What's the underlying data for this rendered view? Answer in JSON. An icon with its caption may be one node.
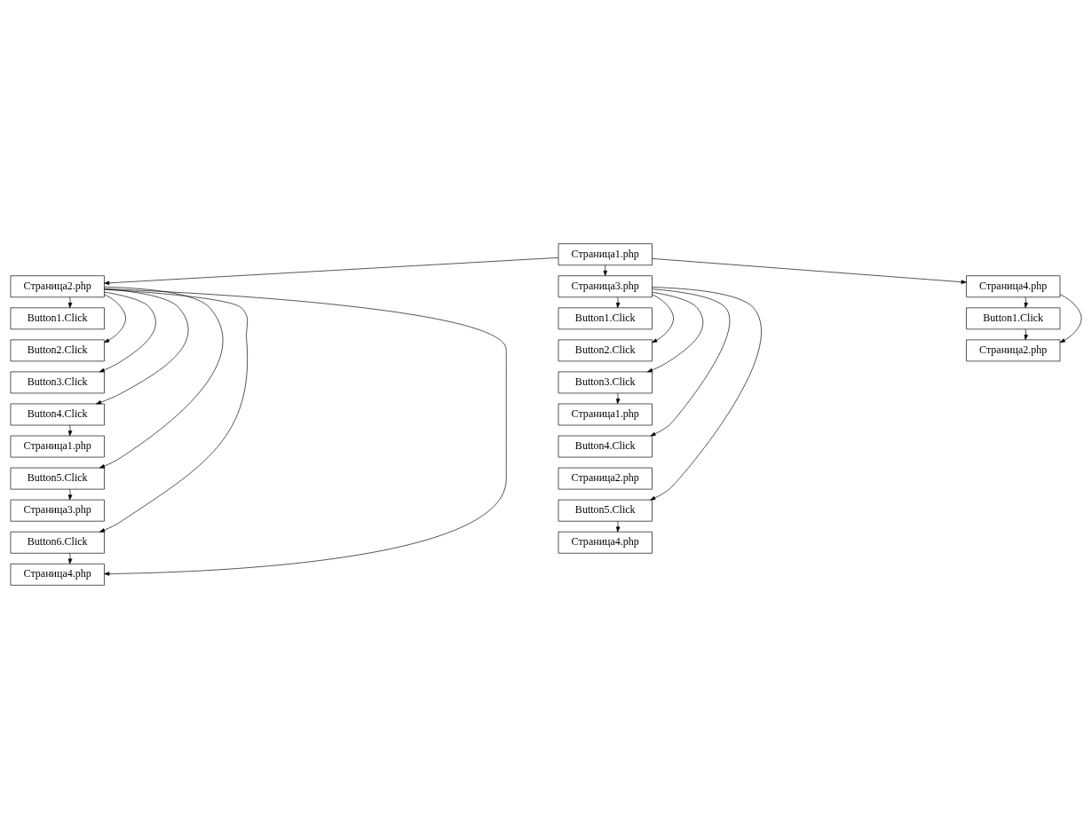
{
  "diagram": {
    "nodes": [
      {
        "text": [
          "Страница1.php"
        ]
      },
      {
        "text": [
          "Страница2.php"
        ]
      },
      {
        "text": [
          "Button1.Click"
        ]
      },
      {
        "text": [
          "Button2.Click"
        ]
      },
      {
        "text": [
          "Button3.Click"
        ]
      },
      {
        "text": [
          "Button4.Click"
        ]
      },
      {
        "text": [
          "Страница1.php"
        ]
      },
      {
        "text": [
          "Button5.Click"
        ]
      },
      {
        "text": [
          "Страница3.php"
        ]
      },
      {
        "text": [
          "Button6.Click"
        ]
      },
      {
        "text": [
          "Страница4.php"
        ]
      },
      {
        "text": [
          "Страница3.php"
        ]
      },
      {
        "text": [
          "Button1.Click"
        ]
      },
      {
        "text": [
          "Button2.Click"
        ]
      },
      {
        "text": [
          "Button3.Click"
        ]
      },
      {
        "text": [
          "Страница1.php"
        ]
      },
      {
        "text": [
          "Button4.Click"
        ]
      },
      {
        "text": [
          "Страница2.php"
        ]
      },
      {
        "text": [
          "Button5.Click"
        ]
      },
      {
        "text": [
          "Страница4.php"
        ]
      },
      {
        "text": [
          "Страница4.php"
        ]
      },
      {
        "text": [
          "Button1.Click"
        ]
      },
      {
        "text": [
          "Страница2.php"
        ]
      }
    ],
    "edges": [
      {
        "from": 0,
        "to": 1,
        "arrow": "to"
      },
      {
        "from": 0,
        "to": 11,
        "arrow": "to"
      },
      {
        "from": 0,
        "to": 20,
        "arrow": "to"
      },
      {
        "from": 1,
        "to": 2,
        "arrow": "to"
      },
      {
        "from": 1,
        "to": 3,
        "arrow": "to"
      },
      {
        "from": 1,
        "to": 4,
        "arrow": "to"
      },
      {
        "from": 1,
        "to": 5,
        "arrow": "to"
      },
      {
        "from": 5,
        "to": 6,
        "arrow": "to"
      },
      {
        "from": 1,
        "to": 7,
        "arrow": "to"
      },
      {
        "from": 7,
        "to": 8,
        "arrow": "to"
      },
      {
        "from": 1,
        "to": 9,
        "arrow": "to"
      },
      {
        "from": 9,
        "to": 10,
        "arrow": "to"
      },
      {
        "from": 1,
        "to": 10,
        "arrow": "to"
      },
      {
        "from": 11,
        "to": 12,
        "arrow": "to"
      },
      {
        "from": 11,
        "to": 13,
        "arrow": "to"
      },
      {
        "from": 11,
        "to": 14,
        "arrow": "to"
      },
      {
        "from": 14,
        "to": 15,
        "arrow": "to"
      },
      {
        "from": 11,
        "to": 16,
        "arrow": "to"
      },
      {
        "from": 11,
        "to": 18,
        "arrow": "to"
      },
      {
        "from": 18,
        "to": 19,
        "arrow": "to"
      },
      {
        "from": 20,
        "to": 21,
        "arrow": "to"
      },
      {
        "from": 21,
        "to": 22,
        "arrow": "to"
      },
      {
        "from": 20,
        "to": 22,
        "arrow": "to"
      }
    ]
  }
}
